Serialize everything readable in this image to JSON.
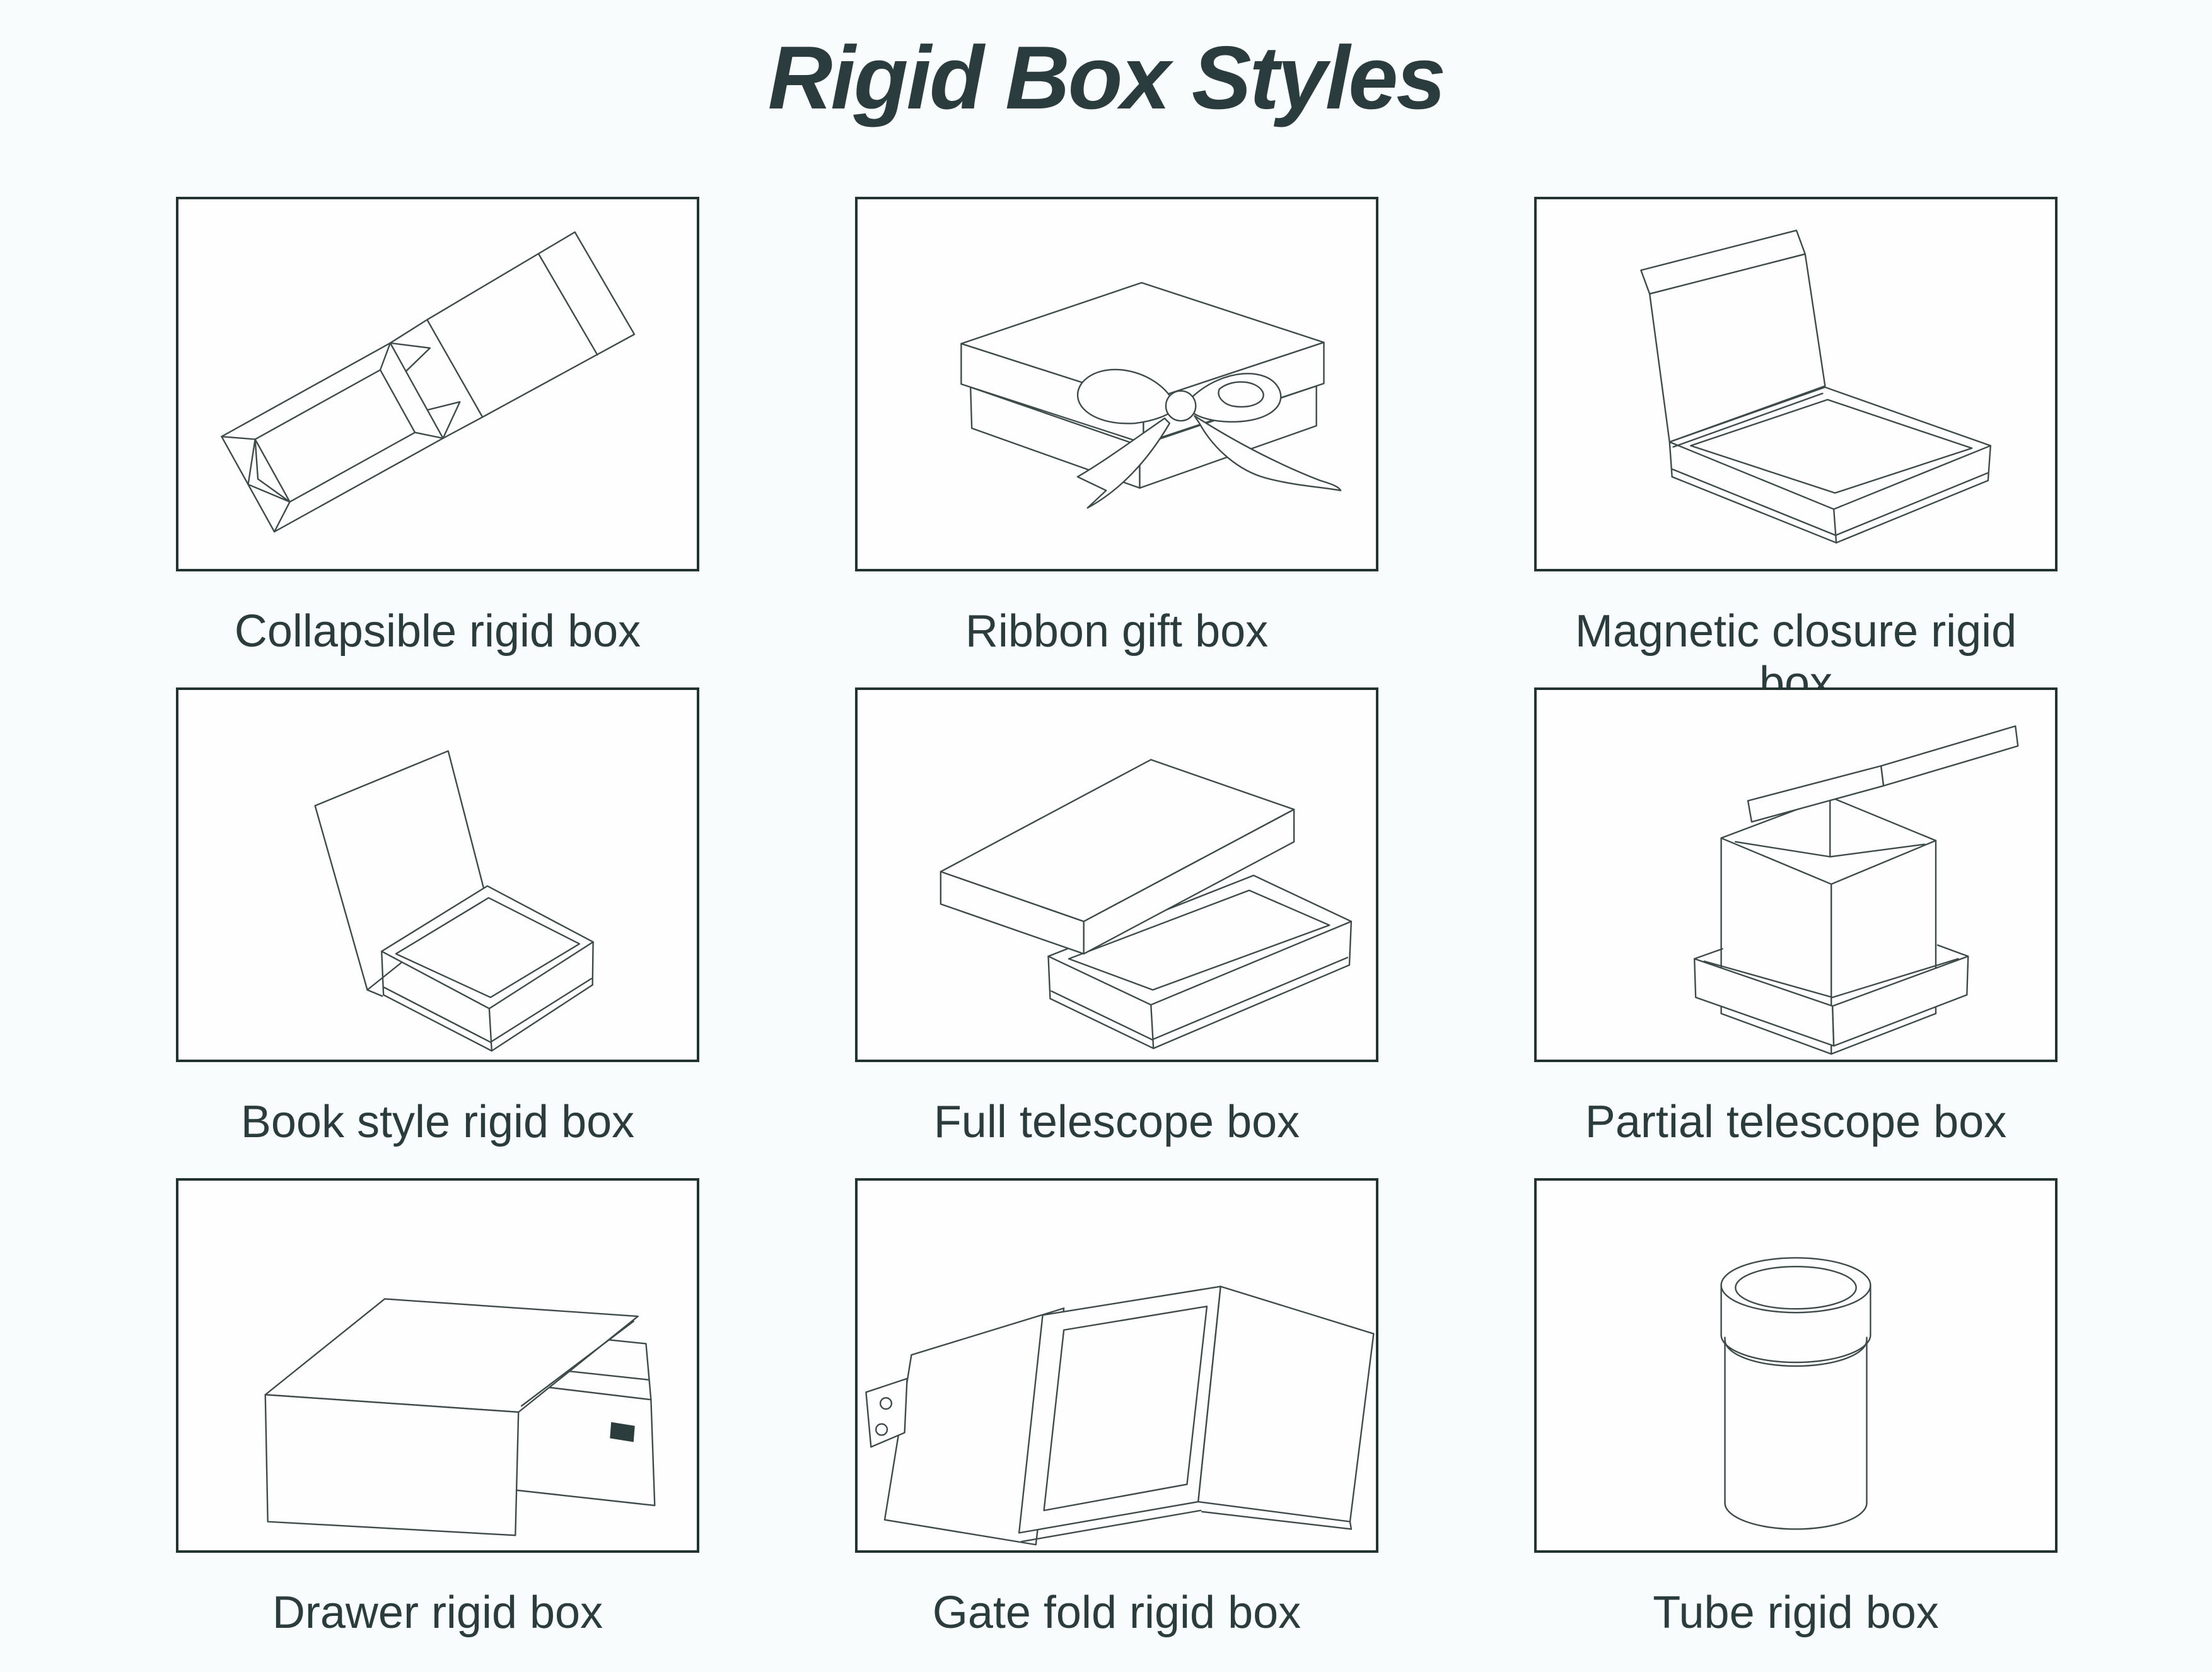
{
  "title": "Rigid Box Styles",
  "colors": {
    "background": "#f9fcfc",
    "frame_border": "#223430",
    "line_stroke": "#3c4a4a",
    "text": "#2b3c3c"
  },
  "grid": {
    "items": [
      {
        "label": "Collapsible rigid box",
        "icon": "collapsible-rigid-box-drawing"
      },
      {
        "label": "Ribbon gift box",
        "icon": "ribbon-gift-box-drawing"
      },
      {
        "label": "Magnetic closure rigid box",
        "icon": "magnetic-closure-rigid-box-drawing"
      },
      {
        "label": "Book style rigid box",
        "icon": "book-style-rigid-box-drawing"
      },
      {
        "label": "Full telescope box",
        "icon": "full-telescope-box-drawing"
      },
      {
        "label": "Partial telescope box",
        "icon": "partial-telescope-box-drawing"
      },
      {
        "label": "Drawer rigid box",
        "icon": "drawer-rigid-box-drawing"
      },
      {
        "label": "Gate fold rigid box",
        "icon": "gate-fold-rigid-box-drawing"
      },
      {
        "label": "Tube rigid box",
        "icon": "tube-rigid-box-drawing"
      }
    ]
  }
}
